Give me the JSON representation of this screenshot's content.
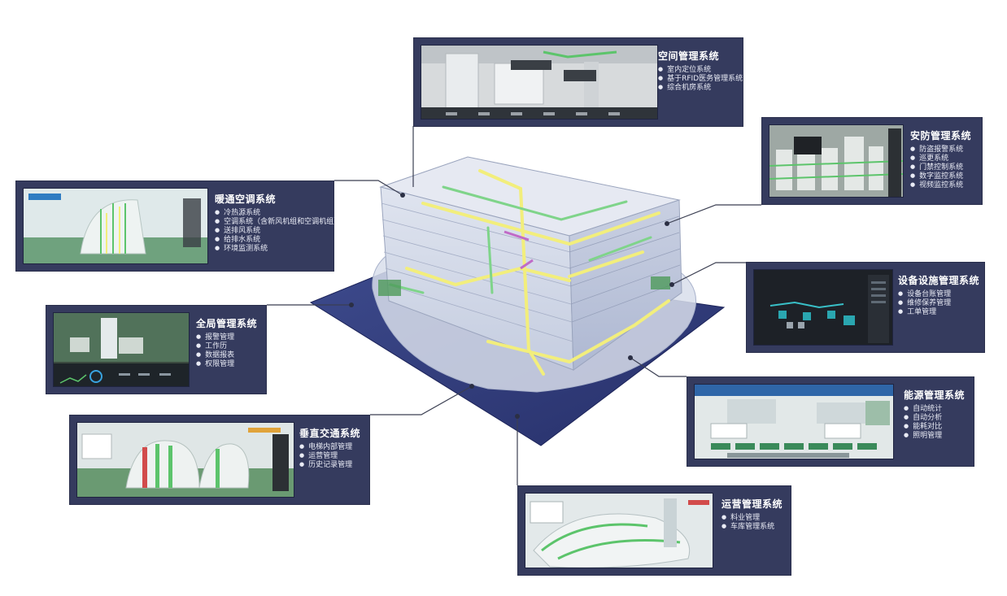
{
  "panels": [
    {
      "id": "space",
      "title": "空间管理系统",
      "items": [
        "室内定位系统",
        "基于RFID医务管理系统",
        "综合机房系统"
      ]
    },
    {
      "id": "security",
      "title": "安防管理系统",
      "items": [
        "防盗报警系统",
        "巡更系统",
        "门禁控制系统",
        "数字监控系统",
        "视频监控系统"
      ]
    },
    {
      "id": "hvac",
      "title": "暖通空调系统",
      "items": [
        "冷热源系统",
        "空调系统（含新风机组和空调机组）",
        "送排风系统",
        "给排水系统",
        "环境监测系统"
      ]
    },
    {
      "id": "equipment",
      "title": "设备设施管理系统",
      "items": [
        "设备台账管理",
        "维修保养管理",
        "工单管理"
      ]
    },
    {
      "id": "global",
      "title": "全局管理系统",
      "items": [
        "报警管理",
        "工作历",
        "数据报表",
        "权限管理"
      ]
    },
    {
      "id": "energy",
      "title": "能源管理系统",
      "items": [
        "自动统计",
        "自动分析",
        "能耗对比",
        "照明管理"
      ]
    },
    {
      "id": "elevator",
      "title": "垂直交通系统",
      "items": [
        "电梯内部管理",
        "运营管理",
        "历史记录管理"
      ]
    },
    {
      "id": "operation",
      "title": "运营管理系统",
      "items": [
        "料业管理",
        "车库管理系统"
      ]
    }
  ],
  "colors": {
    "panel_bg": "#353b5e",
    "base_plate": "#2f3a78",
    "pipe_yellow": "#f2ee7c",
    "pipe_green": "#7fd48a",
    "glass": "#c9d2e6",
    "leader": "#3b3f52"
  },
  "icons": [
    "building-3d-model",
    "ground-plate"
  ]
}
